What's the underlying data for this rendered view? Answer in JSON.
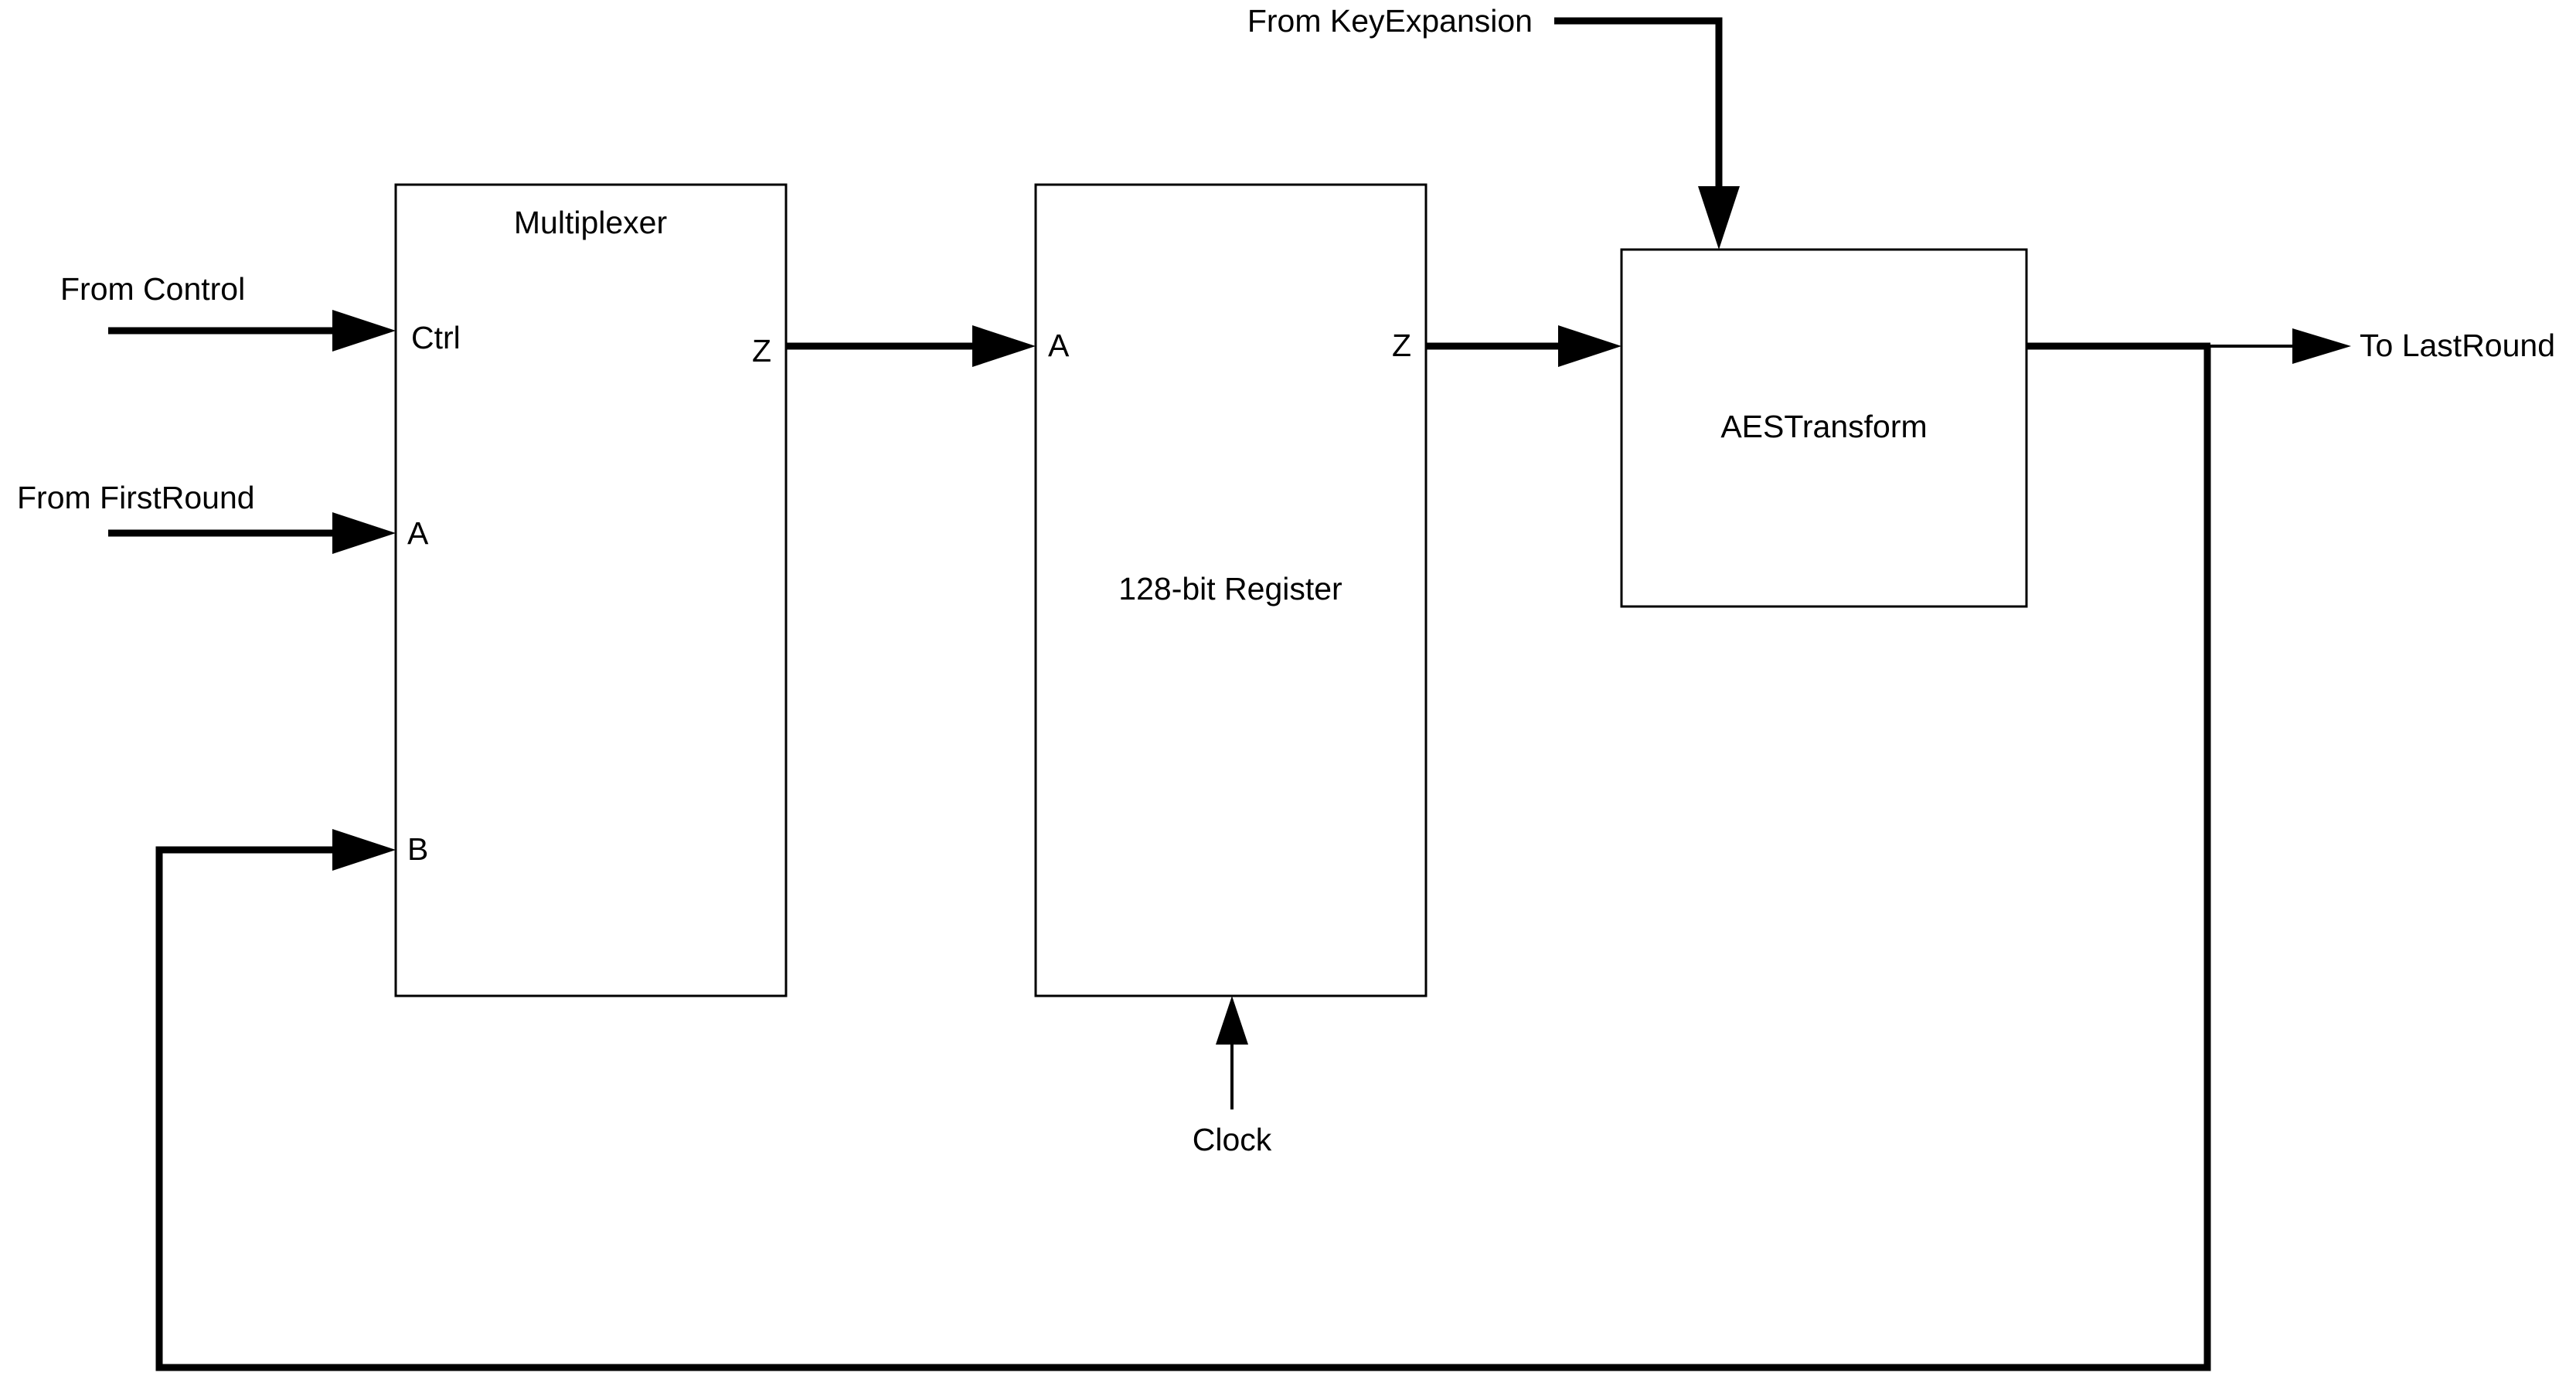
{
  "blocks": {
    "multiplexer": {
      "title": "Multiplexer",
      "ports": {
        "ctrl": "Ctrl",
        "a": "A",
        "b": "B",
        "z": "Z"
      }
    },
    "register": {
      "title": "128-bit Register",
      "ports": {
        "a": "A",
        "z": "Z"
      }
    },
    "aes_transform": {
      "title": "AESTransform"
    }
  },
  "signals": {
    "from_control": "From Control",
    "from_first_round": "From FirstRound",
    "from_key_expansion": "From KeyExpansion",
    "to_last_round": "To LastRound",
    "clock": "Clock"
  }
}
